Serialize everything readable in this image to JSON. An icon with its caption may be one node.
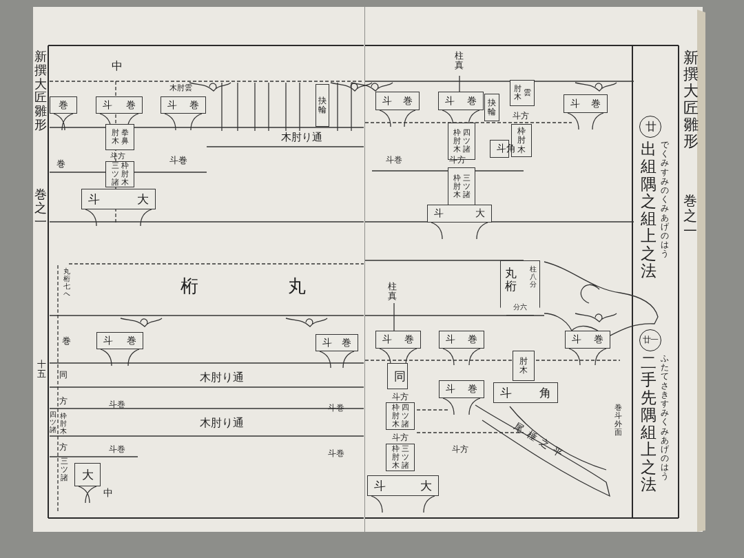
{
  "diagram": {
    "nodes": [
      {
        "text": [
          "巻"
        ]
      },
      {
        "text": [
          "斗巻"
        ]
      },
      {
        "text": [
          "斗巻"
        ]
      },
      {
        "text": [
          "抉輪"
        ]
      },
      {
        "text": [
          "肘木",
          "拳鼻"
        ]
      },
      {
        "text": [
          "三ツ諸",
          "枠肘木"
        ]
      },
      {
        "text": [
          "斗大"
        ]
      },
      {
        "text": [
          "斗巻"
        ]
      },
      {
        "text": [
          "斗巻"
        ]
      },
      {
        "text": [
          "大"
        ]
      },
      {
        "text": [
          "斗巻"
        ]
      },
      {
        "text": [
          "斗巻"
        ]
      },
      {
        "text": [
          "抉輪"
        ]
      },
      {
        "text": [
          "肘木",
          "雲"
        ]
      },
      {
        "text": [
          "斗巻"
        ]
      },
      {
        "text": [
          "枠肘木",
          "四ツ諸"
        ]
      },
      {
        "text": [
          "枠肘木"
        ]
      },
      {
        "text": [
          "斗角"
        ]
      },
      {
        "text": [
          "枠肘木",
          "三ツ諸"
        ]
      },
      {
        "text": [
          "斗大"
        ]
      },
      {
        "text": [
          "丸桁",
          "柱八分",
          "分六"
        ]
      },
      {
        "text": [
          "斗巻"
        ]
      },
      {
        "text": [
          "斗巻"
        ]
      },
      {
        "text": [
          "斗巻"
        ]
      },
      {
        "text": [
          "同"
        ]
      },
      {
        "text": [
          "肘木"
        ]
      },
      {
        "text": [
          "斗巻"
        ]
      },
      {
        "text": [
          "枠肘木",
          "四ツ諸"
        ]
      },
      {
        "text": [
          "枠肘木",
          "三ツ諸"
        ]
      },
      {
        "text": [
          "斗大"
        ]
      },
      {
        "text": [
          "斗角"
        ]
      }
    ],
    "labels": [
      "中",
      "木肘り通",
      "巻",
      "斗方",
      "斗巻",
      "新撰大匠雛形",
      "巻之一",
      "桁丸",
      "丸桁七ヘ",
      "十五",
      "巻",
      "同",
      "木肘り通",
      "方",
      "斗巻",
      "斗巻",
      "四ツ諸",
      "枠肘木",
      "木肘り通",
      "方",
      "斗巻",
      "斗巻",
      "三ツ諸",
      "中",
      "柱真",
      "斗方",
      "斗巻",
      "斗方",
      "柱真",
      "斗方",
      "斗方",
      "斗方",
      "尾棰之平",
      "巻斗外面",
      "廿",
      "出組隅之組上之法",
      "でくみすみのくみあげのはう",
      "廿一",
      "二手先隅組上之法",
      "ふたてさきすみくみあげのはう",
      "新撰大匠雛形",
      "巻之一",
      "木肘雲"
    ]
  }
}
